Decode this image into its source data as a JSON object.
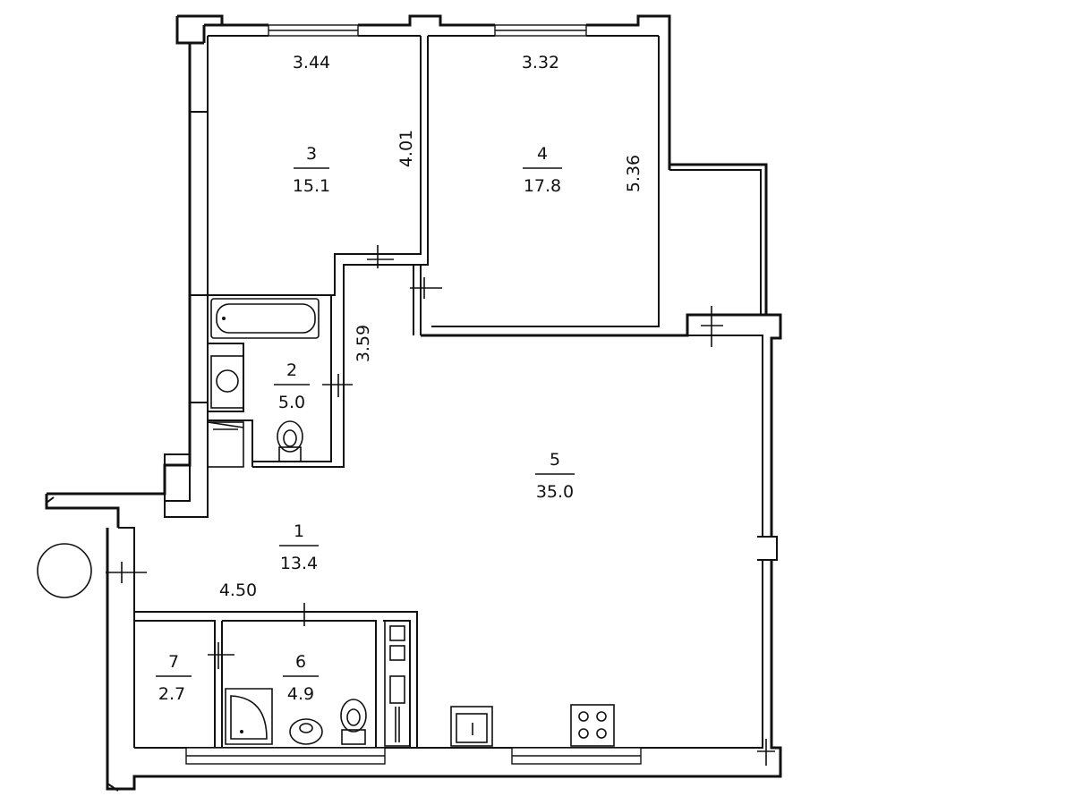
{
  "rooms": [
    {
      "number": "3",
      "area": "15.1"
    },
    {
      "number": "4",
      "area": "17.8"
    },
    {
      "number": "2",
      "area": "5.0"
    },
    {
      "number": "5",
      "area": "35.0"
    },
    {
      "number": "1",
      "area": "13.4"
    },
    {
      "number": "7",
      "area": "2.7"
    },
    {
      "number": "6",
      "area": "4.9"
    }
  ],
  "dimensions": [
    "3.44",
    "3.32",
    "4.01",
    "5.36",
    "3.59",
    "4.50"
  ],
  "colors": {
    "line": "#111111",
    "background": "#ffffff"
  }
}
